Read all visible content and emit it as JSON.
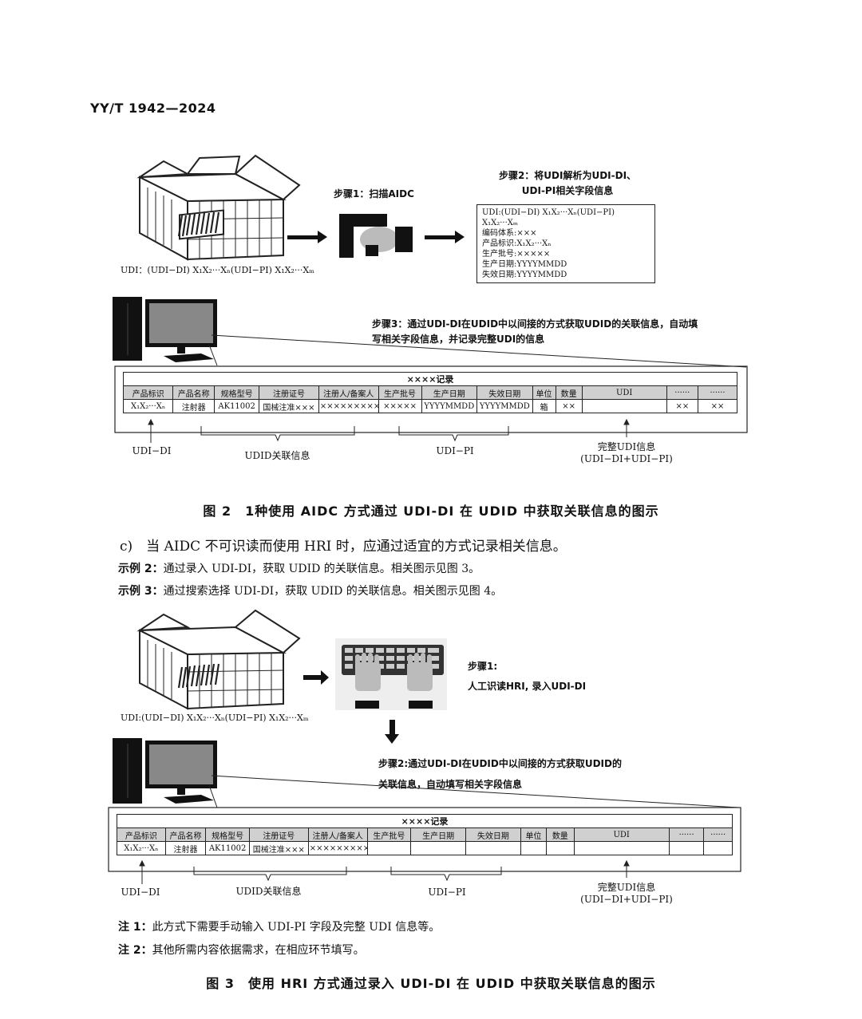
{
  "header": {
    "standard": "YY/T 1942—2024"
  },
  "figure2": {
    "udi_caption": "UDI：(UDI−DI) X₁X₂···Xₙ(UDI−PI) X₁X₂···Xₘ",
    "step1": "步骤1：扫描AIDC",
    "step2": "步骤2：将UDI解析为UDI-DI、UDI-PI相关字段信息",
    "udi_lines": [
      "UDI:(UDI−DI) X₁X₂···Xₙ(UDI−PI) X₁X₂···Xₘ",
      "编码体系:×××",
      "产品标识:X₁X₂···Xₙ",
      "生产批号:×××××",
      "生产日期:YYYYMMDD",
      "失效日期:YYYYMMDD"
    ],
    "step3_line1": "步骤3：通过UDI-DI在UDID中以间接的方式获取UDID的关联信息，自动填",
    "step3_line2": "写相关字段信息，并记录完整UDI的信息",
    "table_title": "××××记录",
    "headers": [
      "产品标识",
      "产品名称",
      "规格型号",
      "注册证号",
      "注册人/备案人",
      "生产批号",
      "生产日期",
      "失效日期",
      "单位",
      "数量",
      "UDI",
      "······",
      "······"
    ],
    "row": [
      "X₁X₂···Xₙ",
      "注射器",
      "AK11002",
      "国械注准×××",
      "×××××××××",
      "×××××",
      "YYYYMMDD",
      "YYYYMMDD",
      "箱",
      "××",
      "",
      "××",
      "××"
    ],
    "label_udi_di": "UDI−DI",
    "label_udid": "UDID关联信息",
    "label_udi_pi": "UDI−PI",
    "label_full_udi": "完整UDI信息",
    "label_full_udi2": "(UDI−DI+UDI−PI)",
    "caption": "图 2　1种使用 AIDC 方式通过 UDI-DI 在 UDID 中获取关联信息的图示"
  },
  "text": {
    "para_c": "c)　当 AIDC 不可识读而使用 HRI 时，应通过适宜的方式记录相关信息。",
    "ex2_label": "示例 2：",
    "ex2": "通过录入 UDI-DI，获取 UDID 的关联信息。相关图示见图 3。",
    "ex3_label": "示例 3：",
    "ex3": "通过搜索选择 UDI-DI，获取 UDID 的关联信息。相关图示见图 4。"
  },
  "figure3": {
    "udi_caption": "UDI:(UDI−DI) X₁X₂···Xₙ(UDI−PI) X₁X₂···Xₘ",
    "step1a": "步骤1:",
    "step1b": "人工识读HRI, 录入UDI-DI",
    "step2_line1": "步骤2:通过UDI-DI在UDID中以间接的方式获取UDID的",
    "step2_line2": "关联信息，自动填写相关字段信息",
    "table_title": "××××记录",
    "headers": [
      "产品标识",
      "产品名称",
      "规格型号",
      "注册证号",
      "注册人/备案人",
      "生产批号",
      "生产日期",
      "失效日期",
      "单位",
      "数量",
      "UDI",
      "······",
      "······"
    ],
    "row": [
      "X₁X₂···Xₙ",
      "注射器",
      "AK11002",
      "国械注准×××",
      "×××××××××",
      "",
      "",
      "",
      "",
      "",
      "",
      "",
      ""
    ],
    "label_udi_di": "UDI−DI",
    "label_udid": "UDID关联信息",
    "label_udi_pi": "UDI−PI",
    "label_full_udi": "完整UDI信息",
    "label_full_udi2": "(UDI−DI+UDI−PI)",
    "caption": "图 3　使用 HRI 方式通过录入 UDI-DI 在 UDID 中获取关联信息的图示"
  },
  "notes": {
    "n1_label": "注 1：",
    "n1": "此方式下需要手动输入 UDI-PI 字段及完整 UDI 信息等。",
    "n2_label": "注 2：",
    "n2": "其他所需内容依据需求，在相应环节填写。"
  }
}
